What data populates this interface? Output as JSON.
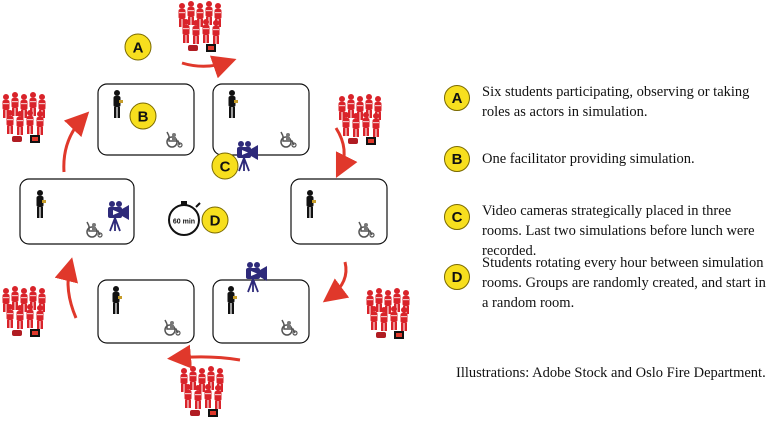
{
  "diagram": {
    "center_badge": "D",
    "top_badge": "A",
    "room_badge": "B",
    "camera_badge": "C",
    "timer_label": "60 min",
    "colors": {
      "badge_fill": "#f7df1e",
      "arrow": "#e0382b",
      "student": "#d9232a",
      "camera": "#2e2a7a",
      "room_border": "#111111"
    },
    "icons": [
      "student-group-icon",
      "facilitator-icon",
      "wheelchair-icon",
      "video-camera-icon",
      "stopwatch-icon",
      "arrow-icon"
    ]
  },
  "legend": [
    {
      "badge": "A",
      "text": "Six students participating, observing or taking roles as actors in simulation."
    },
    {
      "badge": "B",
      "text": "One facilitator providing simulation."
    },
    {
      "badge": "C",
      "text": "Video cameras strategically placed in three rooms. Last two simulations before lunch were recorded."
    },
    {
      "badge": "D",
      "text": "Students rotating every hour between simulation rooms. Groups are randomly created, and start in a random room."
    }
  ],
  "credits": "Illustrations: Adobe Stock and Oslo Fire Department."
}
